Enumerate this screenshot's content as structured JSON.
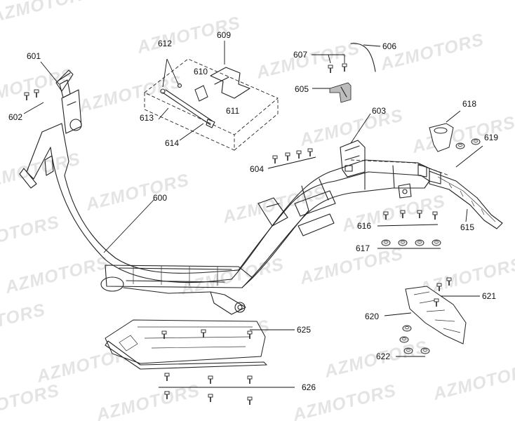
{
  "watermark": {
    "text": "AZMOTORS"
  },
  "callouts": [
    {
      "id": "c600",
      "label": "600"
    },
    {
      "id": "c601",
      "label": "601"
    },
    {
      "id": "c602",
      "label": "602"
    },
    {
      "id": "c603",
      "label": "603"
    },
    {
      "id": "c604",
      "label": "604"
    },
    {
      "id": "c605",
      "label": "605"
    },
    {
      "id": "c606",
      "label": "606"
    },
    {
      "id": "c607",
      "label": "607"
    },
    {
      "id": "c609",
      "label": "609"
    },
    {
      "id": "c610",
      "label": "610"
    },
    {
      "id": "c611",
      "label": "611"
    },
    {
      "id": "c612",
      "label": "612"
    },
    {
      "id": "c613",
      "label": "613"
    },
    {
      "id": "c614",
      "label": "614"
    },
    {
      "id": "c615",
      "label": "615"
    },
    {
      "id": "c616",
      "label": "616"
    },
    {
      "id": "c617",
      "label": "617"
    },
    {
      "id": "c618",
      "label": "618"
    },
    {
      "id": "c619",
      "label": "619"
    },
    {
      "id": "c620",
      "label": "620"
    },
    {
      "id": "c621",
      "label": "621"
    },
    {
      "id": "c622",
      "label": "622"
    },
    {
      "id": "c625",
      "label": "625"
    },
    {
      "id": "c626",
      "label": "626"
    }
  ]
}
